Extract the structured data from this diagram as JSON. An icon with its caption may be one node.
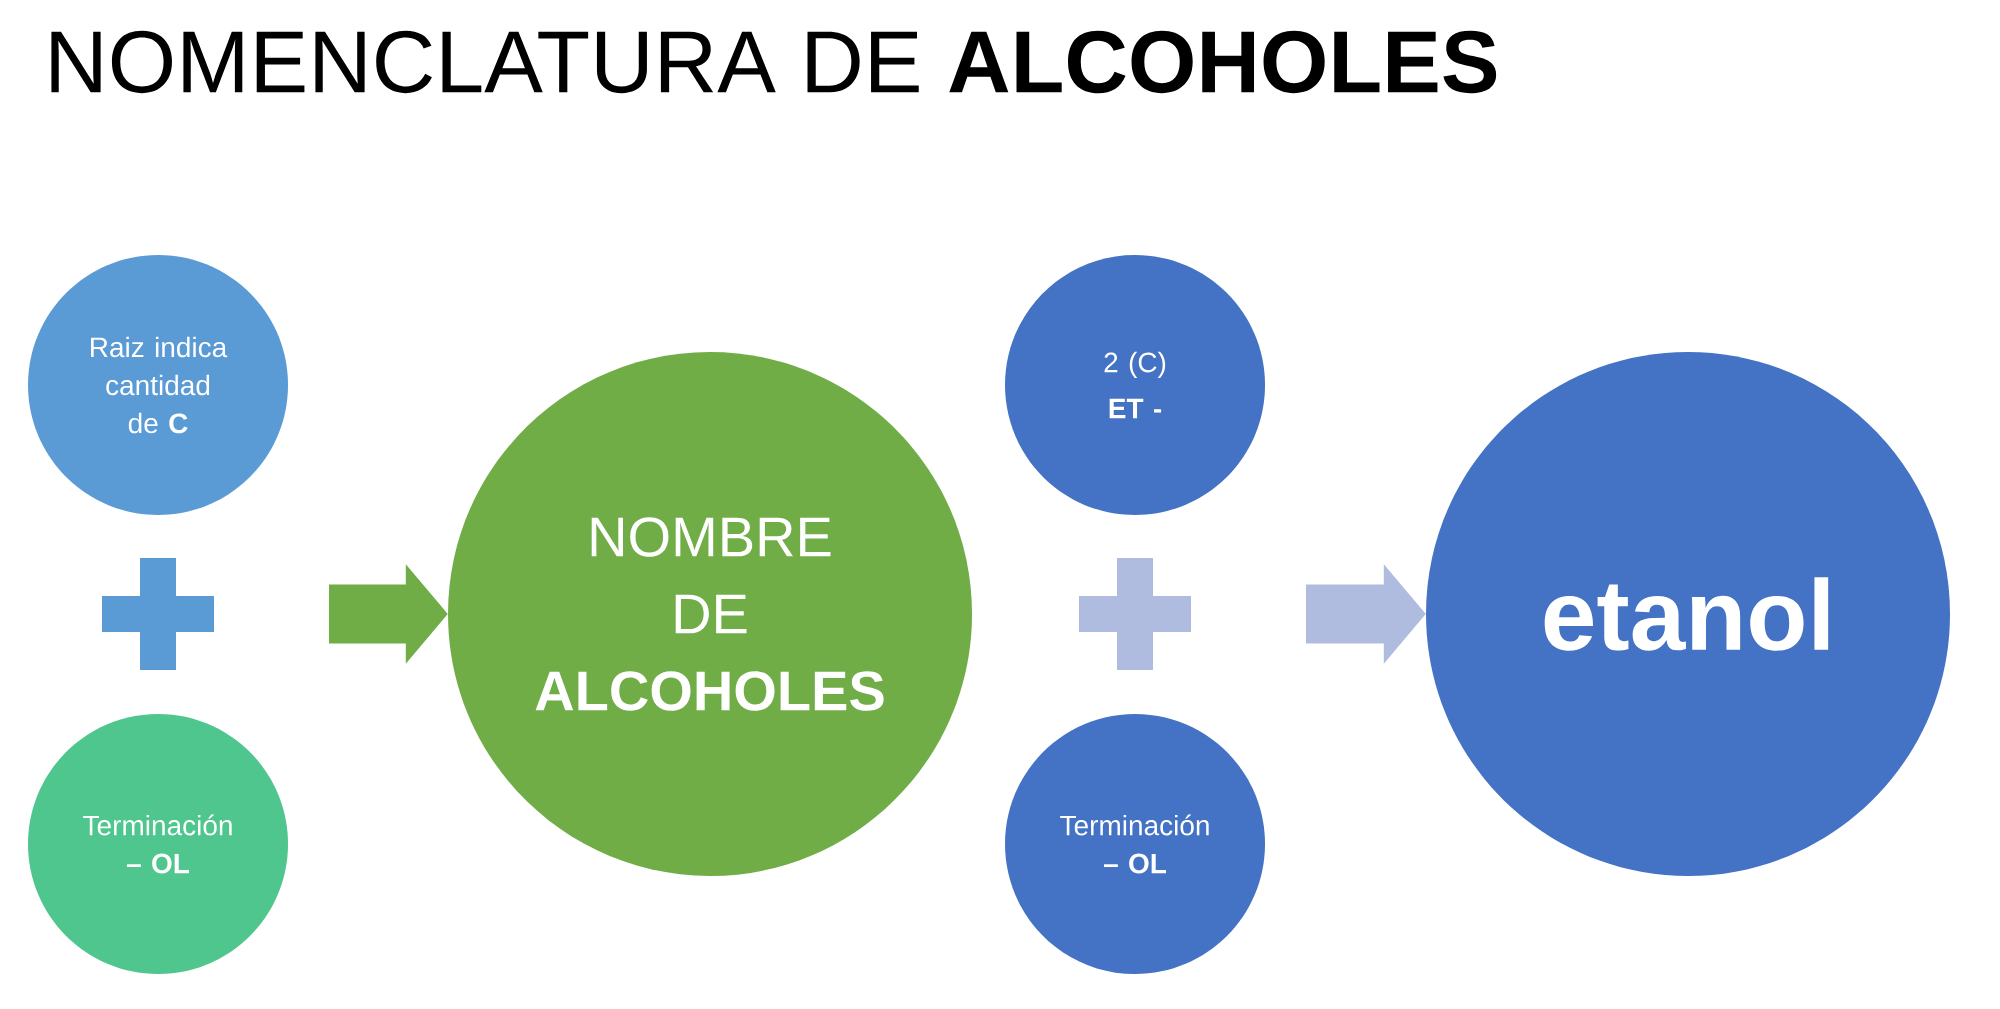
{
  "diagram": {
    "title": "NOMENCLATURA DE **ALCOHOLES**",
    "nodes": [
      {
        "text": [
          "Raiz indica cantidad de **C**"
        ]
      },
      {
        "text": [
          "Terminación **– OL**"
        ]
      },
      {
        "text": [
          "NOMBRE DE",
          "ALCOHOLES"
        ]
      },
      {
        "text": [
          "2 (C)",
          "ET -"
        ]
      },
      {
        "text": [
          "Terminación **– OL**"
        ]
      },
      {
        "text": [
          "etanol"
        ]
      }
    ],
    "edges": [
      {
        "from": null,
        "to": 2,
        "arrow": "to",
        "color": "#70ad47"
      },
      {
        "from": null,
        "to": 5,
        "arrow": "to",
        "color": "#afbcdf"
      }
    ]
  }
}
